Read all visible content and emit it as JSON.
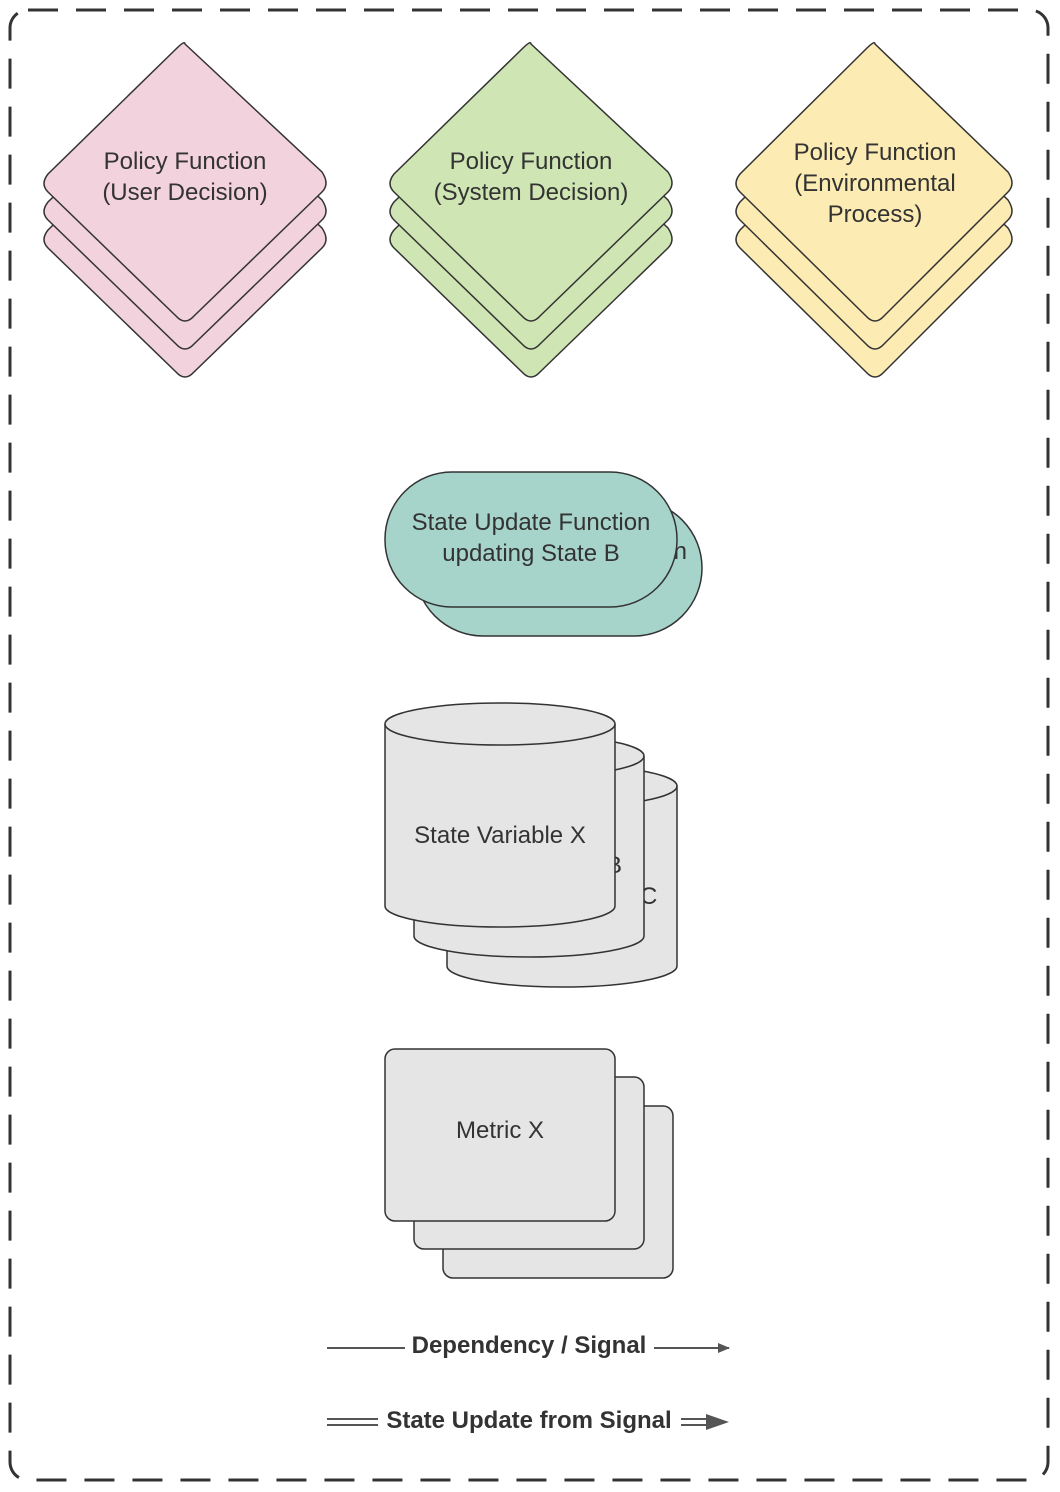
{
  "colors": {
    "user_policy_fill": "#f2d2dd",
    "system_policy_fill": "#cfe6b4",
    "environment_policy_fill": "#fcebb2",
    "state_update_fill": "#a6d4ca",
    "state_variable_fill": "#e5e5e5",
    "metric_fill": "#e5e5e5",
    "outline": "#333333",
    "border": "#333333",
    "arrow": "#555555"
  },
  "policy_functions": [
    {
      "lines": [
        "Policy Function",
        "(User Decision)"
      ],
      "color_key": "user_policy_fill"
    },
    {
      "lines": [
        "Policy Function",
        "(System Decision)"
      ],
      "color_key": "system_policy_fill"
    },
    {
      "lines": [
        "Policy Function",
        "(Environmental",
        "Process)"
      ],
      "color_key": "environment_policy_fill"
    }
  ],
  "state_update_function": {
    "lines": [
      "State Update Function",
      "updating State B"
    ],
    "hidden_fragment": "n"
  },
  "state_variables": {
    "label": "State Variable X",
    "hidden_fragments": [
      "B",
      "C"
    ]
  },
  "metrics": {
    "label": "Metric X"
  },
  "legend": {
    "dependency": "Dependency / Signal",
    "state_update": "State Update from Signal"
  }
}
